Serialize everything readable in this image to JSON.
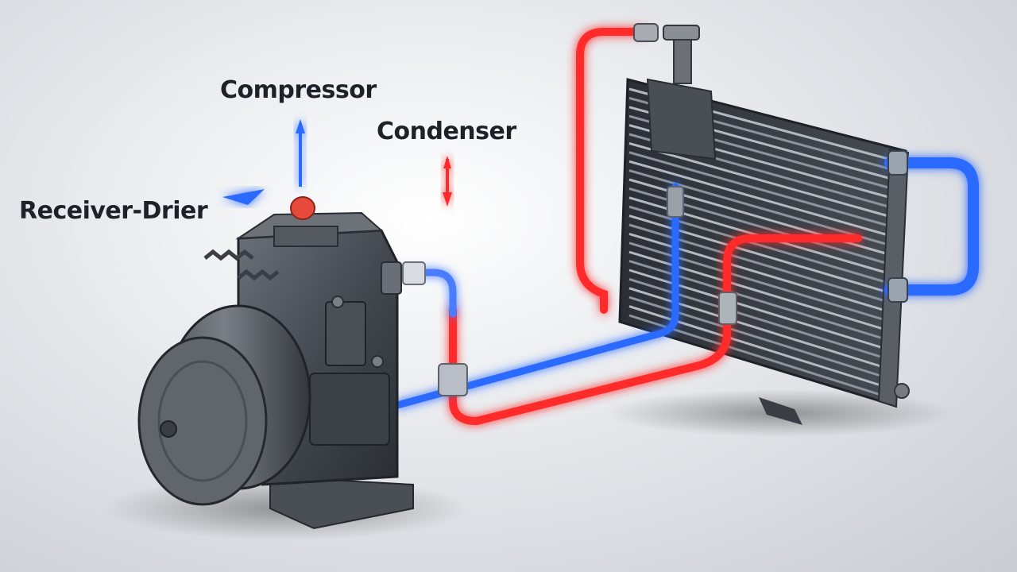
{
  "labels": {
    "compressor": "Compressor",
    "condenser": "Condenser",
    "receiver_drier": "Receiver-Drier"
  },
  "colors": {
    "hot_line": "#ff2a2a",
    "cold_line": "#2a6bff",
    "metal_dark": "#3b3f46",
    "metal_mid": "#5a5f68",
    "label_text": "#1d2128"
  },
  "icons": [
    "blue-up-arrow-icon",
    "red-down-arrow-icon",
    "blue-pointer-arrow-icon"
  ]
}
